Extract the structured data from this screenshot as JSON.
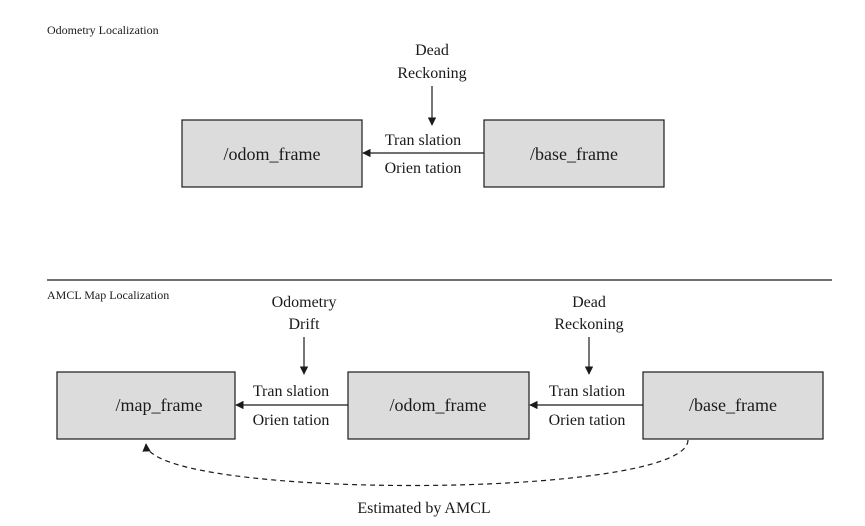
{
  "top_section": {
    "title": "Odometry Localization",
    "input_label_line1": "Dead",
    "input_label_line2": "Reckoning",
    "edge_label_line1": "Tran slation",
    "edge_label_line2": "Orien tation",
    "left_box": "/odom_frame",
    "right_box": "/base_frame"
  },
  "bottom_section": {
    "title": "AMCL Map Localization",
    "drift_label_line1": "Odometry",
    "drift_label_line2": "Drift",
    "reckoning_label_line1": "Dead",
    "reckoning_label_line2": "Reckoning",
    "edge1_label_line1": "Tran slation",
    "edge1_label_line2": "Orien tation",
    "edge2_label_line1": "Tran slation",
    "edge2_label_line2": "Orien tation",
    "box_map": "/map_frame",
    "box_odom": "/odom_frame",
    "box_base": "/base_frame",
    "estimate_label": "Estimated by AMCL"
  }
}
